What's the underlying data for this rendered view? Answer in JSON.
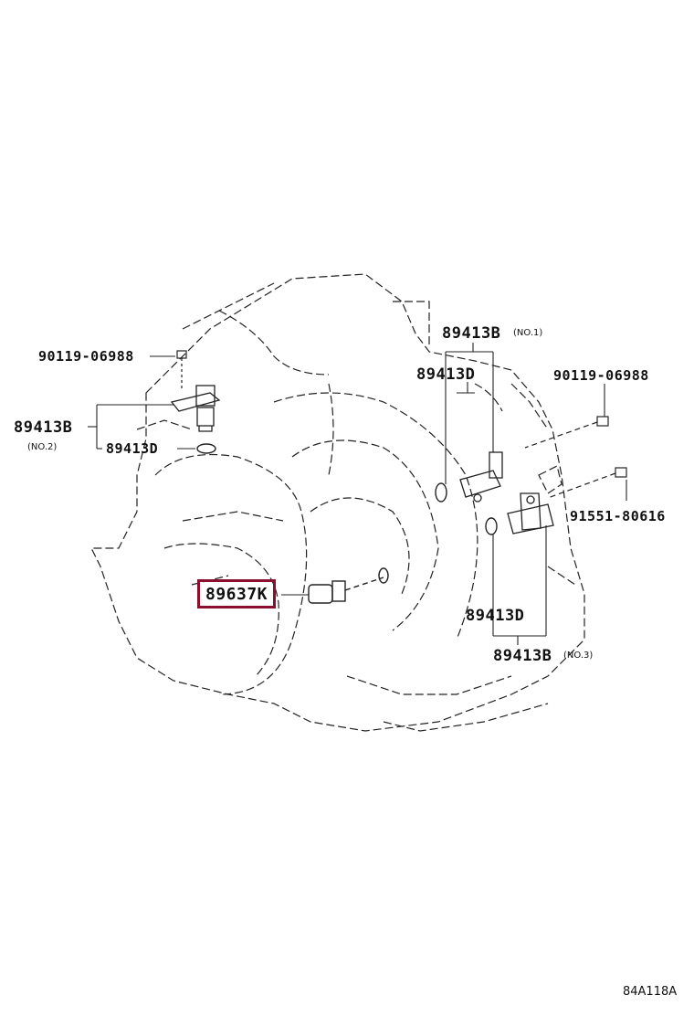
{
  "diagram": {
    "figure_id": "84A118A",
    "highlight_color": "#8b1030",
    "callouts": {
      "bolt_left": "90119-06988",
      "sensor_left": "89413B",
      "sensor_left_note": "(NO.2)",
      "oring_left": "89413D",
      "sensor_top": "89413B",
      "sensor_top_note": "(NO.1)",
      "oring_top": "89413D",
      "bolt_right": "90119-06988",
      "bolt_right_lower": "91551-80616",
      "oring_bottom": "89413D",
      "sensor_bottom": "89413B",
      "sensor_bottom_note": "(NO.3)",
      "highlighted_part": "89637K"
    }
  }
}
